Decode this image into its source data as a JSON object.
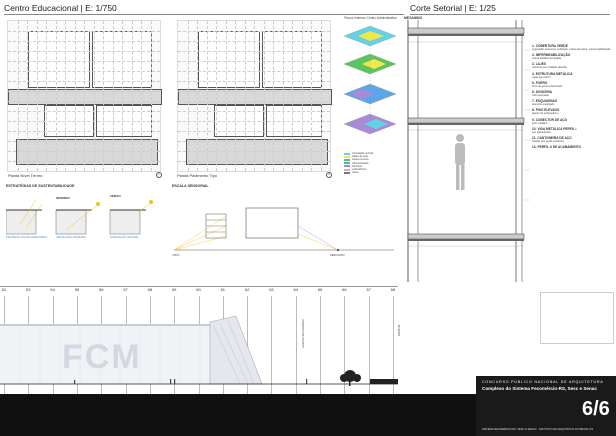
{
  "left_title": "Centro Educacional | E: 1/750",
  "right_title": "Corte Setorial | E: 1/25",
  "plan1_caption": "Planta Nível Térreo",
  "plan2_caption": "Planta Pavimento Tipo",
  "plan1_number": "1",
  "plan2_number": "2",
  "iso_title": "Fluxos Internos Centro Administrativo",
  "iso_legend": [
    "Circulação vertical",
    "Salas de aula",
    "Áreas comuns",
    "Administração",
    "Serviços",
    "Laboratórios",
    "Apoio"
  ],
  "sustain_title": "ESTRATÉGIAS DE SUSTENTABILIDADE",
  "season_winter": "INVERNO",
  "season_summer": "VERÃO",
  "sustain_notes": [
    "PROTEÇÃO SOLAR HORIZONTAL",
    "VENTILAÇÃO CRUZADA",
    "ILUMINAÇÃO NATURAL"
  ],
  "scale_title": "ESCALA SENSORIAL",
  "scale_note_left": "VISTA",
  "scale_note_right": "PERCURSO",
  "section_header": "MEZANINO",
  "section_notes": [
    {
      "num": "1- COBERTURA VERDE",
      "txt": "vegetação extensiva, substrato, manta drenante, impermeabilização"
    },
    {
      "num": "2- IMPERMEABILIZAÇÃO",
      "txt": "manta asfáltica protegida"
    },
    {
      "num": "3- LAJES",
      "txt": "concreto pré-moldado alveolar"
    },
    {
      "num": "4- ESTRUTURA METÁLICA",
      "txt": "vigas aço perfil I"
    },
    {
      "num": "5- FORRO",
      "txt": "forro de gesso acartonado"
    },
    {
      "num": "6- DIVISÓRIA",
      "txt": "vidro laminado"
    },
    {
      "num": "7- ESQUADRIAS",
      "txt": "alumínio anodizado"
    },
    {
      "num": "8- PISO ELEVADO",
      "txt": "placas de polipropileno"
    },
    {
      "num": "9- CONECTOR DE AÇO",
      "txt": "pino metálico"
    },
    {
      "num": "10- VIGA METÁLICA PERFIL I",
      "txt": "aço galvanizado"
    },
    {
      "num": "11- CANTONEIRA DE AÇO",
      "txt": "fixação dos perfis metálicos"
    },
    {
      "num": "12- PERFIL U DE ACABAMENTO",
      "txt": ""
    }
  ],
  "elevation_axes": [
    "52",
    "53",
    "54",
    "55",
    "56",
    "57",
    "58",
    "59",
    "60",
    "61",
    "62",
    "63",
    "64",
    "65",
    "66",
    "67",
    "68"
  ],
  "elevation_label_a": "ACESSO SECUNDÁRIO",
  "elevation_label_b": "BRIZE 08",
  "elevation_letters": "FCM",
  "footer": {
    "line1": "CONCURSO PÚBLICO NACIONAL DE ARQUITETURA",
    "line2": "Complexo do Sistema Fecomércio-RS, Sesc e Senac",
    "sheet": "6/6",
    "bottom": "SISTEMA FECOMÉRCIO-RS, SESC E SENAC · INSTITUTO DE ARQUITETOS DO BRASIL RS"
  },
  "colors": {
    "yellow": "#f3e64a",
    "green": "#5cc45c",
    "blue": "#5aa6e8",
    "purple": "#a98ad8",
    "cyan": "#62d2e6",
    "black": "#111111"
  }
}
